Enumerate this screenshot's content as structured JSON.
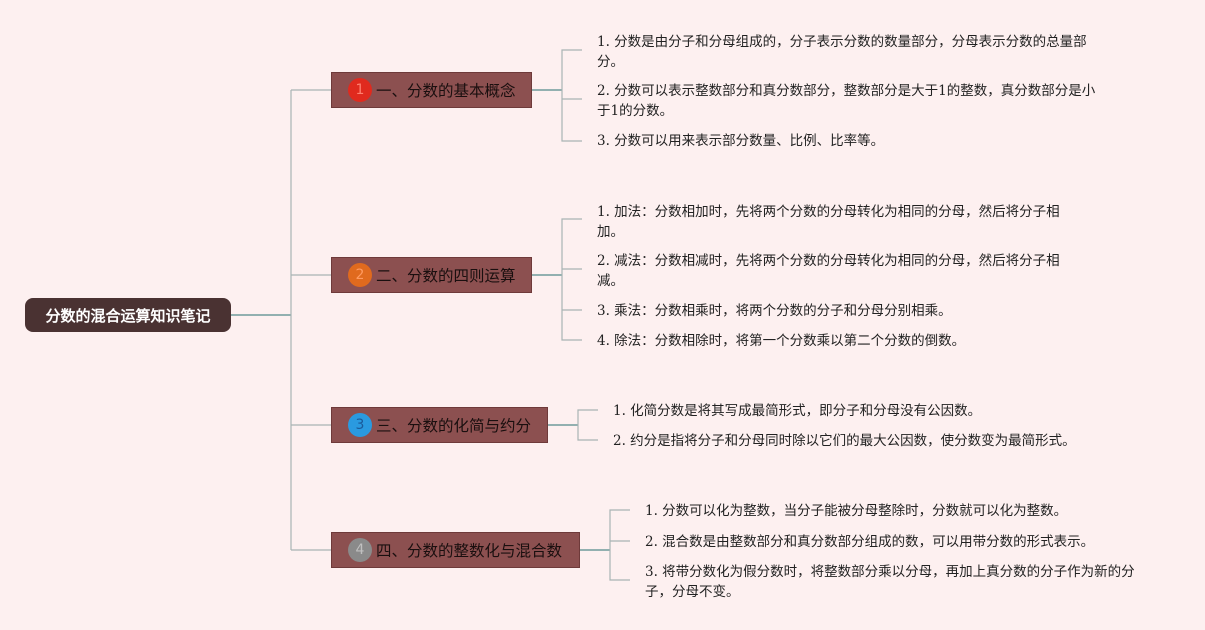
{
  "root": {
    "label": "分数的混合运算知识笔记"
  },
  "colors": {
    "line": "#6f9a9a",
    "leaf_line": "#a8b4b4",
    "badge1": "#e02a1e",
    "badge2": "#e06a1e",
    "badge3": "#2a9ae0",
    "badge4": "#8a8a8a"
  },
  "topics": [
    {
      "badge": "1",
      "label": "一、分数的基本概念",
      "items": [
        "1. 分数是由分子和分母组成的，分子表示分数的数量部分，分母表示分数的总量部分。",
        "2. 分数可以表示整数部分和真分数部分，整数部分是大于1的整数，真分数部分是小于1的分数。",
        "3. 分数可以用来表示部分数量、比例、比率等。"
      ]
    },
    {
      "badge": "2",
      "label": "二、分数的四则运算",
      "items": [
        "1. 加法：分数相加时，先将两个分数的分母转化为相同的分母，然后将分子相加。",
        "2. 减法：分数相减时，先将两个分数的分母转化为相同的分母，然后将分子相减。",
        "3. 乘法：分数相乘时，将两个分数的分子和分母分别相乘。",
        "4. 除法：分数相除时，将第一个分数乘以第二个分数的倒数。"
      ]
    },
    {
      "badge": "3",
      "label": "三、分数的化简与约分",
      "items": [
        "1. 化简分数是将其写成最简形式，即分子和分母没有公因数。",
        "2. 约分是指将分子和分母同时除以它们的最大公因数，使分数变为最简形式。"
      ]
    },
    {
      "badge": "4",
      "label": "四、分数的整数化与混合数",
      "items": [
        "1. 分数可以化为整数，当分子能被分母整除时，分数就可以化为整数。",
        "2. 混合数是由整数部分和真分数部分组成的数，可以用带分数的形式表示。",
        "3. 将带分数化为假分数时，将整数部分乘以分母，再加上真分数的分子作为新的分子，分母不变。"
      ]
    }
  ]
}
